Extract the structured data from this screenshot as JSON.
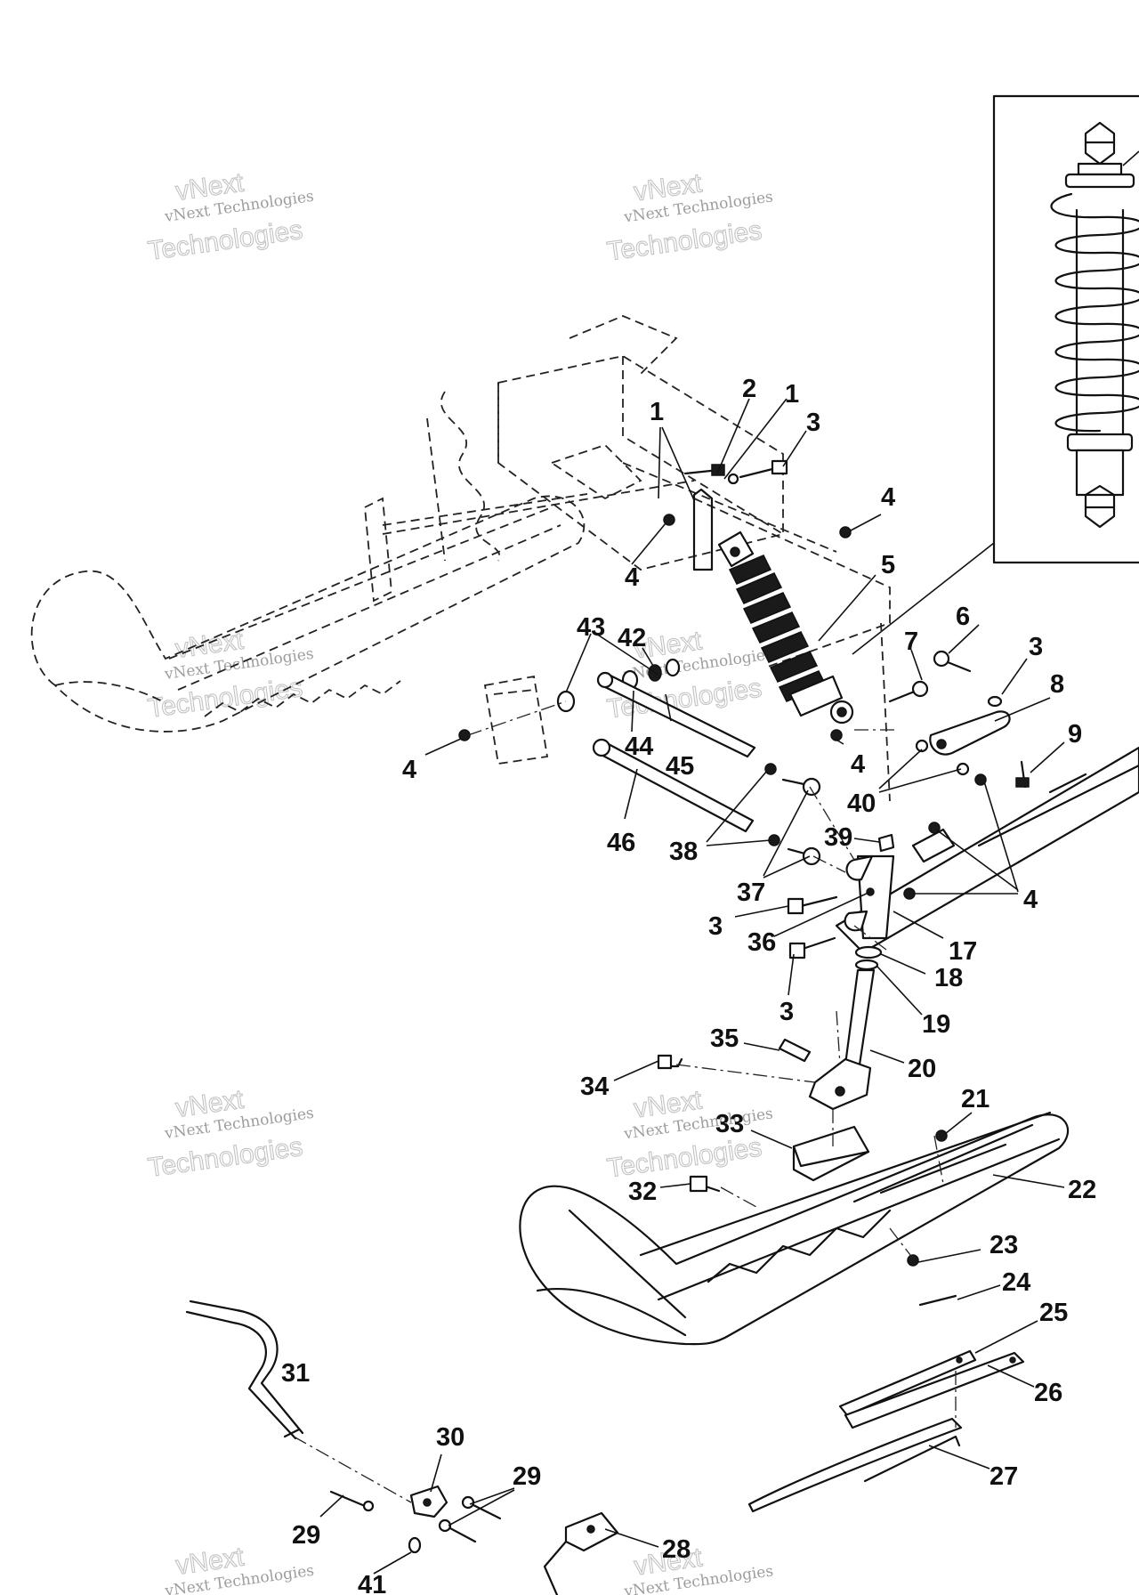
{
  "watermark": {
    "line_a": "vNext Technologies",
    "line_b": "Technologies",
    "line_c": "vNext"
  },
  "callouts": [
    {
      "id": "c1a",
      "label": "1"
    },
    {
      "id": "c2",
      "label": "2"
    },
    {
      "id": "c1b",
      "label": "1"
    },
    {
      "id": "c3a",
      "label": "3"
    },
    {
      "id": "c4a",
      "label": "4"
    },
    {
      "id": "c5",
      "label": "5"
    },
    {
      "id": "c4b",
      "label": "4"
    },
    {
      "id": "c43",
      "label": "43"
    },
    {
      "id": "c42",
      "label": "42"
    },
    {
      "id": "c6",
      "label": "6"
    },
    {
      "id": "c7",
      "label": "7"
    },
    {
      "id": "c3b",
      "label": "3"
    },
    {
      "id": "c8",
      "label": "8"
    },
    {
      "id": "c9",
      "label": "9"
    },
    {
      "id": "c4c",
      "label": "4"
    },
    {
      "id": "c44",
      "label": "44"
    },
    {
      "id": "c45",
      "label": "45"
    },
    {
      "id": "c4d",
      "label": "4"
    },
    {
      "id": "c40",
      "label": "40"
    },
    {
      "id": "c46",
      "label": "46"
    },
    {
      "id": "c38",
      "label": "38"
    },
    {
      "id": "c39",
      "label": "39"
    },
    {
      "id": "c4e",
      "label": "4"
    },
    {
      "id": "c37",
      "label": "37"
    },
    {
      "id": "c3c",
      "label": "3"
    },
    {
      "id": "c36",
      "label": "36"
    },
    {
      "id": "c17",
      "label": "17"
    },
    {
      "id": "c18",
      "label": "18"
    },
    {
      "id": "c3d",
      "label": "3"
    },
    {
      "id": "c19",
      "label": "19"
    },
    {
      "id": "c35",
      "label": "35"
    },
    {
      "id": "c20",
      "label": "20"
    },
    {
      "id": "c34",
      "label": "34"
    },
    {
      "id": "c21",
      "label": "21"
    },
    {
      "id": "c33",
      "label": "33"
    },
    {
      "id": "c22",
      "label": "22"
    },
    {
      "id": "c32",
      "label": "32"
    },
    {
      "id": "c23",
      "label": "23"
    },
    {
      "id": "c24",
      "label": "24"
    },
    {
      "id": "c25",
      "label": "25"
    },
    {
      "id": "c31",
      "label": "31"
    },
    {
      "id": "c26",
      "label": "26"
    },
    {
      "id": "c30",
      "label": "30"
    },
    {
      "id": "c29a",
      "label": "29"
    },
    {
      "id": "c27",
      "label": "27"
    },
    {
      "id": "c29b",
      "label": "29"
    },
    {
      "id": "c28",
      "label": "28"
    },
    {
      "id": "c41",
      "label": "41"
    }
  ]
}
